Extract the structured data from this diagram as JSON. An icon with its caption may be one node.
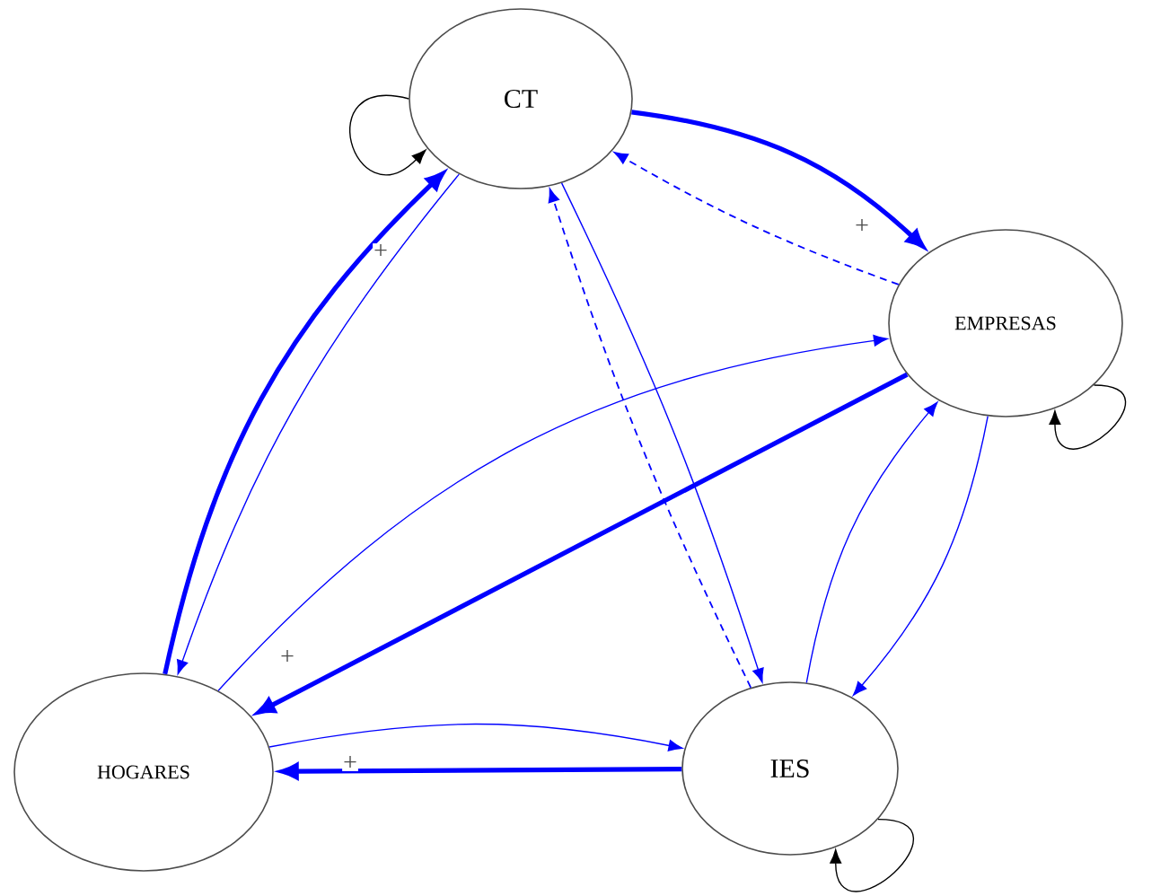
{
  "diagram": {
    "nodes": [
      {
        "text": [
          "CT"
        ]
      },
      {
        "text": [
          "EMPRESAS"
        ]
      },
      {
        "text": [
          "HOGARES"
        ]
      },
      {
        "text": [
          "IES"
        ]
      }
    ],
    "edges": [
      {
        "from": 0,
        "to": 1,
        "arrow": "to",
        "style": "thick",
        "label": "+"
      },
      {
        "from": 1,
        "to": 0,
        "arrow": "to",
        "style": "dashed"
      },
      {
        "from": 2,
        "to": 0,
        "arrow": "to",
        "style": "thick",
        "label": "+"
      },
      {
        "from": 0,
        "to": 2,
        "arrow": "to"
      },
      {
        "from": 0,
        "to": 3,
        "arrow": "to"
      },
      {
        "from": 3,
        "to": 0,
        "arrow": "to",
        "style": "dashed"
      },
      {
        "from": 2,
        "to": 1,
        "arrow": "to"
      },
      {
        "from": 1,
        "to": 2,
        "arrow": "to",
        "style": "thick",
        "label": "+"
      },
      {
        "from": 2,
        "to": 3,
        "arrow": "to"
      },
      {
        "from": 3,
        "to": 2,
        "arrow": "to",
        "style": "thick",
        "label": "+"
      },
      {
        "from": 3,
        "to": 1,
        "arrow": "to"
      },
      {
        "from": 1,
        "to": 3,
        "arrow": "to"
      },
      {
        "from": 0,
        "to": 0,
        "arrow": "to",
        "color": "#000000"
      },
      {
        "from": 1,
        "to": 1,
        "arrow": "to",
        "color": "#000000"
      },
      {
        "from": 3,
        "to": 3,
        "arrow": "to",
        "color": "#000000"
      }
    ]
  }
}
